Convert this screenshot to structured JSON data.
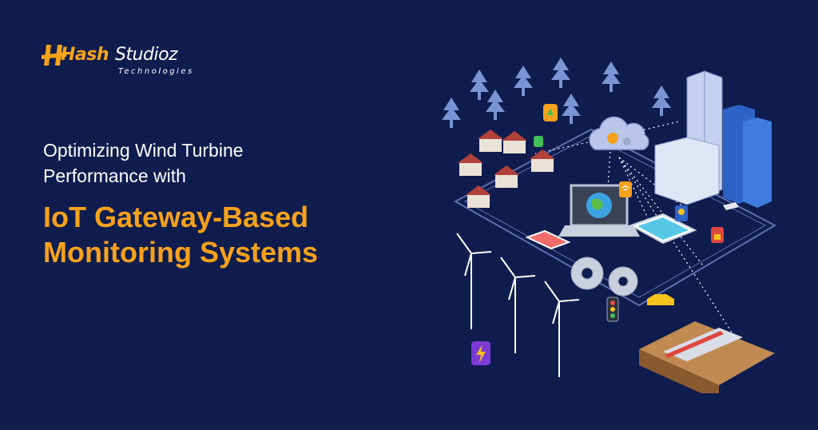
{
  "brand": {
    "hash": "Hash",
    "studioz": "Studioz",
    "tagline": "Technologies",
    "accent": "#f7a21b",
    "background": "#0f1c4e"
  },
  "headline": {
    "line1": "Optimizing Wind Turbine",
    "line2": "Performance with",
    "line3": "IoT Gateway-Based",
    "line4": "Monitoring Systems"
  },
  "illustration": {
    "icons": [
      "tree-icon",
      "house-icon",
      "wind-turbine-icon",
      "cloud-gears-icon",
      "laptop-globe-icon",
      "tablet-icon",
      "smartphone-icon",
      "gear-icon",
      "skyscraper-icon",
      "train-icon",
      "traffic-light-icon",
      "car-icon",
      "lightning-icon",
      "lightbulb-icon",
      "padlock-icon",
      "wifi-icon",
      "security-camera-icon"
    ]
  }
}
